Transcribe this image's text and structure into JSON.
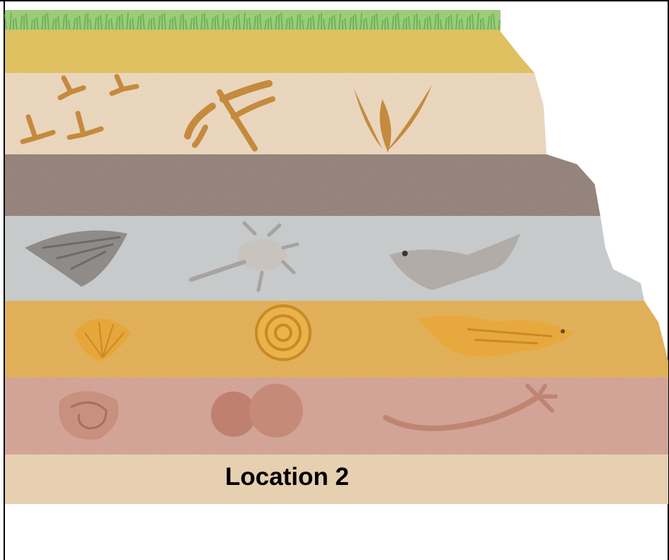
{
  "label": "Location 2",
  "colors": {
    "grass": "#6fb35a",
    "layer_yellow": "#e3c24a",
    "layer_cream": "#efd9bd",
    "layer_dark_brown": "#8f7a70",
    "layer_gray": "#c9ccce",
    "layer_orange": "#e5ae3e",
    "layer_pink": "#d6a092",
    "layer_tan": "#ecd3ae"
  },
  "layers": [
    {
      "name": "yellow-layer"
    },
    {
      "name": "cream-layer",
      "fossils": [
        "bird-tracks-icon",
        "dragonfly-icon",
        "fern-leaves-icon"
      ]
    },
    {
      "name": "dark-brown-layer"
    },
    {
      "name": "gray-layer",
      "fossils": [
        "clam-icon",
        "trilobite-icon",
        "fish-skeleton-icon"
      ]
    },
    {
      "name": "orange-layer",
      "fossils": [
        "scallop-shell-icon",
        "ammonite-icon",
        "fish-fossil-icon"
      ]
    },
    {
      "name": "pink-layer",
      "fossils": [
        "snail-shell-icon",
        "coral-icon",
        "sea-lily-icon"
      ]
    },
    {
      "name": "tan-layer"
    }
  ]
}
